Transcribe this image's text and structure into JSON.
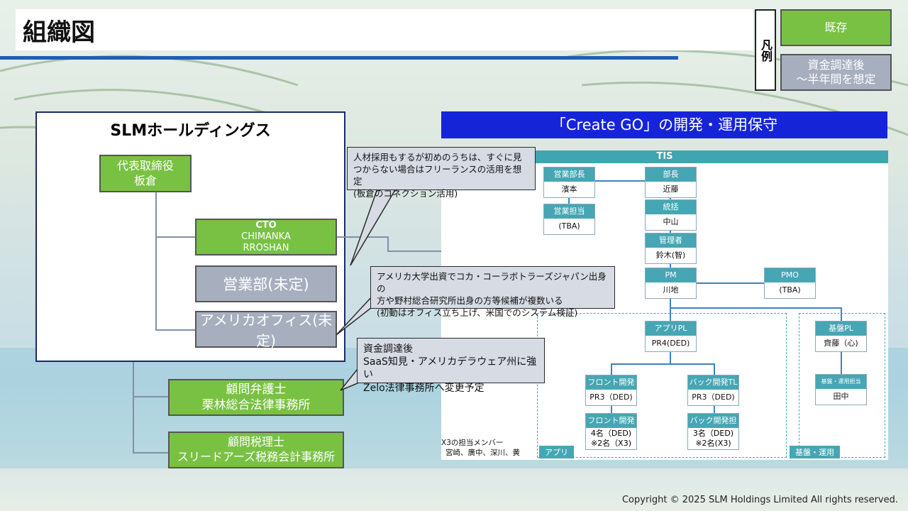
{
  "title": "組織図",
  "legend": {
    "label": "凡例",
    "existing": "既存",
    "planned": "資金調達後\n～半年間を想定",
    "colors": {
      "existing": "#79c143",
      "planned": "#a7afbf"
    }
  },
  "slm": {
    "title": "SLMホールディングス",
    "ceo": {
      "role": "代表取締役",
      "name": "板倉"
    },
    "cto": {
      "role": "CTO",
      "name1": "CHIMANKA",
      "name2": "RROSHAN"
    },
    "sales": "営業部(未定)",
    "us_office": "アメリカオフィス(未定)",
    "lawyer": {
      "role": "顧問弁護士",
      "name": "栗林総合法律事務所"
    },
    "tax": {
      "role": "顧問税理士",
      "name": "スリードアーズ税務会計事務所"
    }
  },
  "bubbles": {
    "hiring": "人材採用もするが初めのうちは、すぐに見\nつからない場合はフリーランスの活用を想定\n(板倉のコネクション活用)",
    "us": "アメリカ大学出資でコカ・コーラボトラーズジャパン出身の\n方や野村総合研究所出身の方等候補が複数いる\n(初動はオフィス立ち上げ、米国でのシステム検証)",
    "legal": "資金調達後\nSaaS知見・アメリカデラウェア州に強い\nZelo法律事務所へ変更予定"
  },
  "create_go": "「Create GO」の開発・運用保守",
  "tis": {
    "header": "TIS",
    "sales_head": {
      "role": "営業部長",
      "name": "濱本"
    },
    "sales_rep": {
      "role": "営業担当",
      "name": "(TBA)"
    },
    "dept_head": {
      "role": "部長",
      "name": "近藤"
    },
    "general": {
      "role": "統括",
      "name": "中山"
    },
    "manager": {
      "role": "管理者",
      "name": "鈴木(智)"
    },
    "pm": {
      "role": "PM",
      "name": "川地"
    },
    "pmo": {
      "role": "PMO",
      "name": "(TBA)"
    },
    "app_pl": {
      "role": "アプリPL",
      "name": "PR4(DED)"
    },
    "front_tl": {
      "role": "フロント開発TL",
      "name": "PR3（DED)"
    },
    "back_tl": {
      "role": "バック開発TL",
      "name": "PR3（DED)"
    },
    "front_dev": {
      "role": "フロント開発担当",
      "name1": "4名（DED)",
      "name2": "※2名（X3)"
    },
    "back_dev": {
      "role": "バック開発担当",
      "name1": "3名（DED)",
      "name2": "※2名(X3)"
    },
    "infra_pl": {
      "role": "基盤PL",
      "name": "齊藤（心)"
    },
    "infra_ops": {
      "role": "基盤・運用担当",
      "name": "田中"
    },
    "x3_note1": "X3の担当メンバー",
    "x3_note2": "宮崎、廣中、深川、黄",
    "app_tag": "アプリ",
    "infra_tag": "基盤・運用"
  },
  "copyright": "Copyright © 2025 SLM Holdings Limited All rights reserved."
}
